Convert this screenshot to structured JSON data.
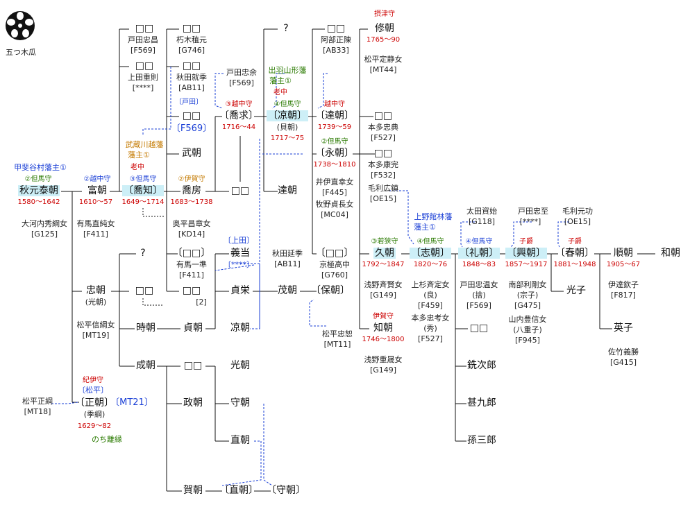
{
  "crest": {
    "label": "五つ木瓜"
  },
  "people": {
    "akimoto_yasutomo": {
      "name": "秋元泰朝",
      "dates": "1580〜1642",
      "rank": "②但馬守",
      "title": "甲斐谷村藩主①",
      "spouse": "大河内秀綱女",
      "spouse_code": "[G125]"
    },
    "tomitomo": {
      "name": "富朝",
      "dates": "1610〜57",
      "rank": "②越中守",
      "spouse": "有馬直純女",
      "spouse_code": "[F411]"
    },
    "takatomo": {
      "name": "〔喬知〕",
      "dates": "1649〜1714",
      "rank": "③但馬守",
      "title1": "武蔵川越藩",
      "title2": "藩主①",
      "role": "老中"
    },
    "toda_tadamasa": {
      "name": "戸田忠昌",
      "code": "[F569]"
    },
    "ueda_shigenori": {
      "name": "上田重則",
      "code": "[****]"
    },
    "kutsuki_tanemoto": {
      "name": "朽木稙元",
      "code": "[G746]"
    },
    "akita_norisue": {
      "name": "秋田就季",
      "code": "[AB11]"
    },
    "toda_note": {
      "label": "〔戸田〕",
      "code": "〔F569〕"
    },
    "taketomo": {
      "name": "武朝"
    },
    "takafusa": {
      "name": "喬房",
      "dates": "1683〜1738",
      "rank": "②伊賀守",
      "spouse": "奥平昌章女",
      "spouse_code": "[KD14]"
    },
    "takamoto": {
      "name": "〔喬求〕",
      "dates": "1716〜44",
      "rank": "③越中守"
    },
    "toda_tadayo": {
      "name": "戸田忠余",
      "code": "[F569]"
    },
    "suzutomo": {
      "name": "〔凉朝〕",
      "alt": "(貝朝)",
      "dates": "1717〜75",
      "rank": "④但馬守",
      "title1": "出羽山形藩",
      "title2": "藩主①",
      "role": "老中"
    },
    "tatsutomo": {
      "name": "達朝"
    },
    "abe_masanobu": {
      "name": "阿部正陳",
      "code": "[AB33]"
    },
    "tatsutomo2": {
      "name": "〔達朝〕",
      "dates": "1739〜59",
      "rank": "越中守"
    },
    "nagatomo": {
      "name": "〔永朝〕",
      "dates": "1738〜1810",
      "rank": "②但馬守",
      "spouse1": "井伊直幸女",
      "spouse1_code": "[F445]",
      "spouse2": "牧野貞長女",
      "spouse2_code": "[MC04]"
    },
    "nobutomo": {
      "name": "修朝",
      "dates": "1765〜90",
      "rank": "摂津守",
      "spouse": "松平定静女",
      "spouse_code": "[MT44]"
    },
    "honda_tadanori": {
      "name": "本多忠典",
      "code": "[F527]"
    },
    "honda_yasusada": {
      "name": "本多康完",
      "code": "[F532]"
    },
    "mori_hironori": {
      "name": "毛利広鎮",
      "code": "[OE15]"
    },
    "hisatomo": {
      "name": "久朝",
      "dates": "1792〜1847",
      "rank": "③若狭守",
      "spouse": "浅野斉賢女",
      "spouse_code": "[G149]"
    },
    "shitomo": {
      "name": "〔志朝〕",
      "dates": "1820〜76",
      "rank": "④但馬守",
      "title1": "上野館林藩",
      "title2": "藩主①",
      "spouse1": "上杉斉定女",
      "spouse1b": "(良)",
      "spouse1_code": "[F459]",
      "spouse2": "本多忠考女",
      "spouse2b": "(秀)",
      "spouse2_code": "[F527]"
    },
    "ota_sukemoto": {
      "name": "太田資始",
      "code": "[G118]"
    },
    "reitomo": {
      "name": "〔礼朝〕",
      "dates": "1848〜83",
      "rank": "④但馬守",
      "spouse": "戸田忠温女",
      "spouse2": "(捨)",
      "spouse_code": "[F569]"
    },
    "toda_tadayuki": {
      "name": "戸田忠至",
      "code": "[****]"
    },
    "okitomo": {
      "name": "〔興朝〕",
      "dates": "1857〜1917",
      "rank": "子爵",
      "spouse1": "南部利剛女",
      "spouse1b": "(宗子)",
      "spouse1_code": "[G475]",
      "spouse2": "山内豊信女",
      "spouse2b": "(八重子)",
      "spouse2_code": "[F945]"
    },
    "mori_motoisao": {
      "name": "毛利元功",
      "code": "[OE15]"
    },
    "harutomo": {
      "name": "〔春朝〕",
      "dates": "1881〜1948",
      "rank": "子爵"
    },
    "mitsuko": {
      "name": "光子"
    },
    "juntomo": {
      "name": "順朝",
      "dates": "1905〜67",
      "spouse": "伊達欽子",
      "spouse_code": "[F817]"
    },
    "kazutomo": {
      "name": "和朝"
    },
    "eiko": {
      "name": "英子",
      "spouse": "佐竹義勝",
      "spouse_code": "[G415]"
    },
    "akita_nobusue": {
      "name": "秋田延季",
      "code": "[AB11]"
    },
    "yoshimasa": {
      "name": "義当",
      "note": "〔上田〕",
      "code": "〔****〕"
    },
    "arima_kazunori": {
      "name": "〔□□〕",
      "spouse": "有馬一準",
      "code": "[F411]"
    },
    "box2": {
      "name": "□□",
      "code": "[2]"
    },
    "q1": {
      "name": "?"
    },
    "q2": {
      "name": "?"
    },
    "tadatomo": {
      "name": "忠朝",
      "alt": "(光朝)",
      "spouse": "松平信綱女",
      "spouse_code": "[MT19]"
    },
    "tokitomo": {
      "name": "時朝"
    },
    "sadatomo": {
      "name": "貞朝"
    },
    "shigetomo": {
      "name": "成朝"
    },
    "sadaei": {
      "name": "貞栄"
    },
    "suzutomo2": {
      "name": "凉朝"
    },
    "shigetomo2": {
      "name": "茂朝"
    },
    "yasutomo2": {
      "name": "〔保朝〕"
    },
    "matsudaira_tadahiro": {
      "name": "松平忠恕",
      "code": "[MT11]"
    },
    "kyogoku_takanaka": {
      "name": "〔□□〕",
      "spouse": "京極高中",
      "code": "[G760]"
    },
    "tomotomo": {
      "name": "知朝",
      "dates": "1746〜1800",
      "rank": "伊賀守",
      "spouse": "浅野重晟女",
      "spouse_code": "[G149]"
    },
    "mitsutomo": {
      "name": "光朝"
    },
    "masatomo": {
      "name": "政朝"
    },
    "moritomo": {
      "name": "守朝"
    },
    "naotomo": {
      "name": "直朝"
    },
    "yoshitomo": {
      "name": "賀朝"
    },
    "naotomo2": {
      "name": "〔直朝〕"
    },
    "moritomo2": {
      "name": "〔守朝〕"
    },
    "seitomo": {
      "name": "〔正朝〕",
      "code": "〔MT21〕",
      "alt": "(季綱)",
      "dates": "1629〜82",
      "rank": "紀伊守",
      "note": "〔松平〕",
      "note2": "のち離縁"
    },
    "matsudaira_masatsuna": {
      "name": "松平正綱",
      "code": "[MT18]"
    },
    "box_a": {
      "name": "□□"
    },
    "box_b": {
      "name": "□□"
    },
    "box_c": {
      "name": "□□"
    },
    "box_d": {
      "name": "□□"
    },
    "box_e": {
      "name": "□□"
    },
    "box_f": {
      "name": "□□"
    },
    "box_g": {
      "name": "□□"
    },
    "box_h": {
      "name": "□□"
    },
    "box_i": {
      "name": "□□"
    },
    "box_j": {
      "name": "□□"
    },
    "box_k": {
      "name": "□□"
    },
    "box_l": {
      "name": "□□"
    },
    "jujiro": {
      "name": "銑次郎"
    },
    "jinkuro": {
      "name": "甚九郎"
    },
    "magosaburo": {
      "name": "孫三郎"
    }
  },
  "colors": {
    "line": "#111111",
    "red": "#cc0000",
    "blue": "#1a3fd6",
    "green": "#2a7a00",
    "orange": "#c47a00",
    "highlight": "#cdeff7"
  }
}
